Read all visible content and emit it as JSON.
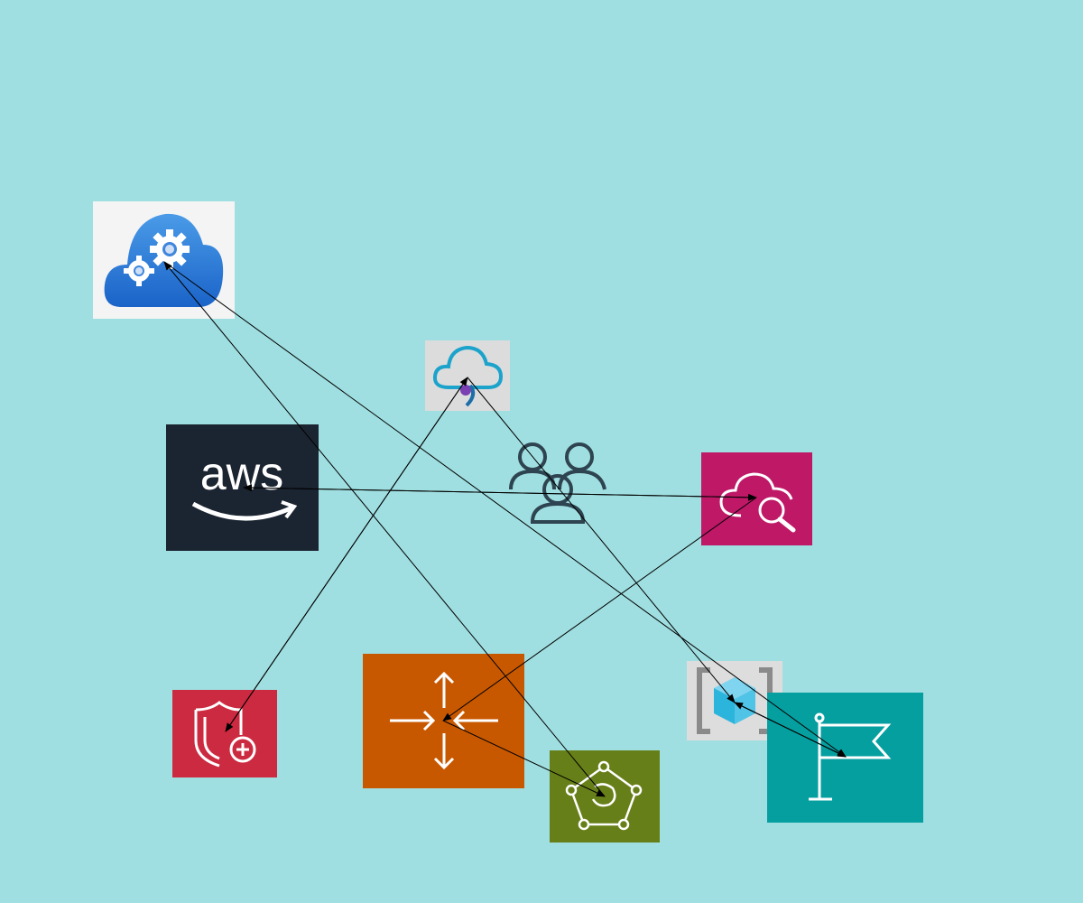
{
  "diagram": {
    "background_color": "#a0dfe1",
    "edge_color": "#000000",
    "nodes": [
      {
        "id": "cloud-gear",
        "icon": "cloud-gears-icon",
        "tile_color": "#f4f4f4"
      },
      {
        "id": "azure-cloud",
        "icon": "cloud-connection-icon",
        "tile_color": "#dcdcdc"
      },
      {
        "id": "aws",
        "icon": "aws-logo-icon",
        "tile_color": "#1b2431",
        "logo_text": "aws"
      },
      {
        "id": "users",
        "icon": "users-group-icon",
        "tile_color": "none"
      },
      {
        "id": "cloud-search",
        "icon": "cloud-search-icon",
        "tile_color": "#be1867"
      },
      {
        "id": "shield",
        "icon": "shield-add-icon",
        "tile_color": "#cc2a40"
      },
      {
        "id": "lb",
        "icon": "arrows-converge-icon",
        "tile_color": "#c85800"
      },
      {
        "id": "graph",
        "icon": "network-polygon-icon",
        "tile_color": "#677f18"
      },
      {
        "id": "cube",
        "icon": "cube-brackets-icon",
        "tile_color": "#dddddd"
      },
      {
        "id": "flag",
        "icon": "flag-icon",
        "tile_color": "#069fa0"
      }
    ],
    "edges": [
      {
        "from": "graph",
        "to": "cloud-gear"
      },
      {
        "from": "cloud-gear",
        "to": "flag"
      },
      {
        "from": "azure-cloud",
        "to": "shield"
      },
      {
        "from": "shield",
        "to": "azure-cloud"
      },
      {
        "from": "azure-cloud",
        "to": "cube"
      },
      {
        "from": "cube",
        "to": "flag"
      },
      {
        "from": "flag",
        "to": "cube"
      },
      {
        "from": "aws",
        "to": "cloud-search"
      },
      {
        "from": "cloud-search",
        "to": "aws"
      },
      {
        "from": "cloud-search",
        "to": "lb"
      },
      {
        "from": "lb",
        "to": "graph"
      }
    ]
  }
}
